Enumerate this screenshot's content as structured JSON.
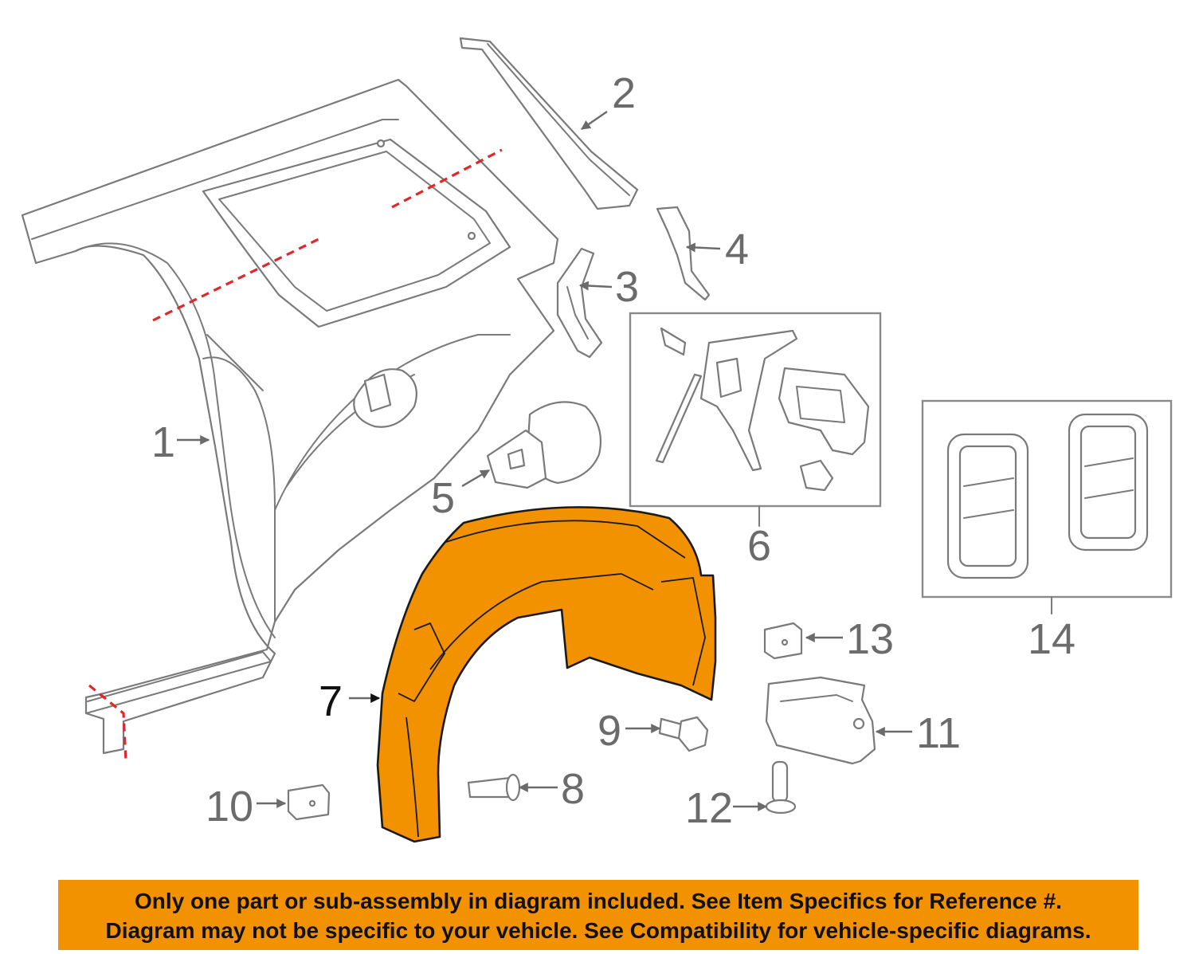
{
  "callouts": {
    "c1": "1",
    "c2": "2",
    "c3": "3",
    "c4": "4",
    "c5": "5",
    "c6": "6",
    "c7": "7",
    "c8": "8",
    "c9": "9",
    "c10": "10",
    "c11": "11",
    "c12": "12",
    "c13": "13",
    "c14": "14"
  },
  "highlighted_part": "7",
  "colors": {
    "highlight": "#f39200",
    "cut_lines": "#e0282a",
    "line_art": "#7a7a7a",
    "banner": "#f39200"
  },
  "banner": {
    "line1": "Only one part or sub-assembly in diagram included. See Item Specifics for Reference #.",
    "line2": "Diagram may not be specific to your vehicle. See Compatibility for vehicle-specific diagrams."
  }
}
